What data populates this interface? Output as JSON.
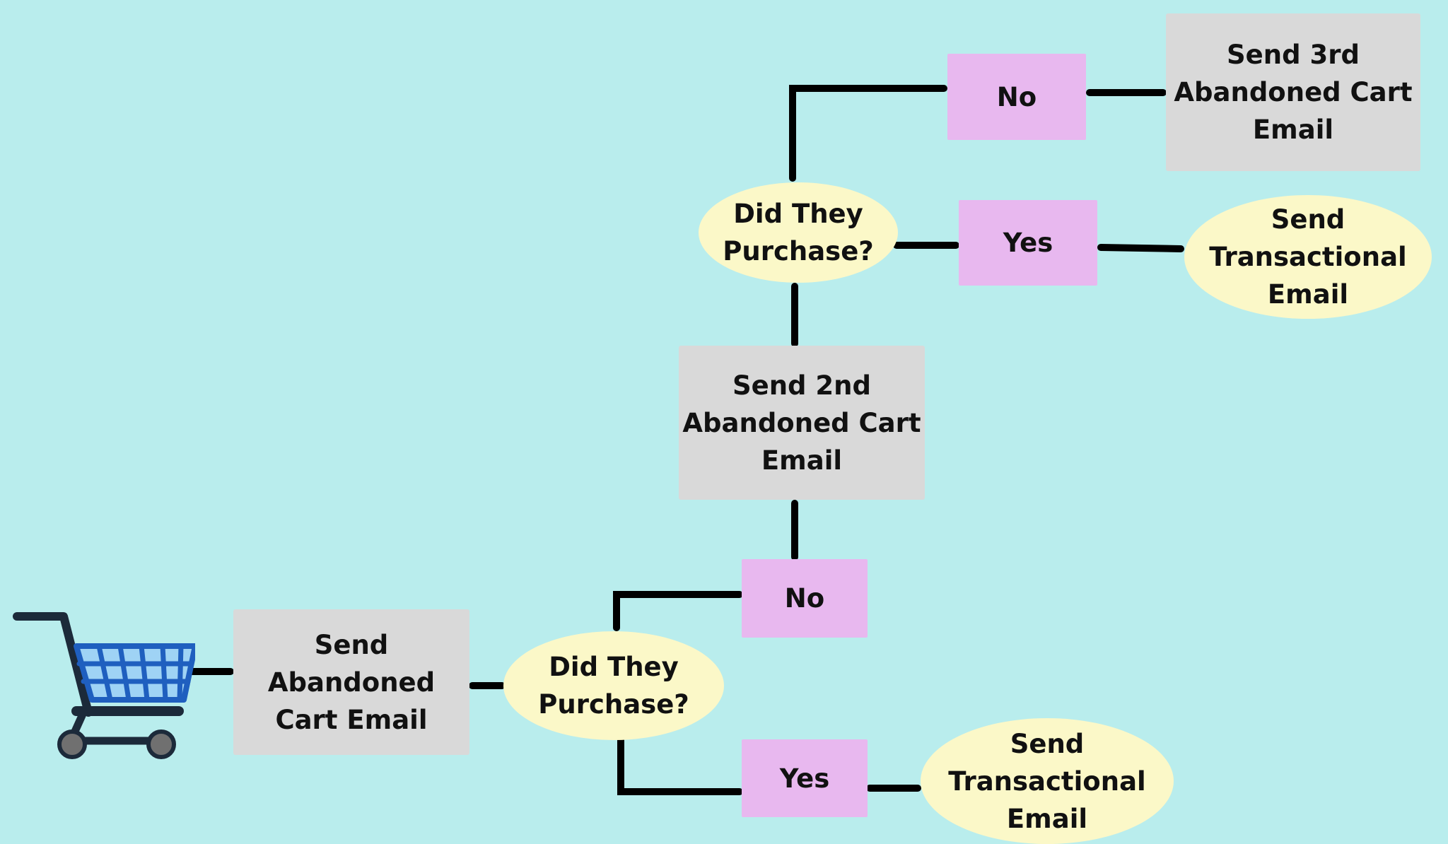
{
  "colors": {
    "background": "#b9eded",
    "action_box": "#d9d9d9",
    "answer_box": "#e8b8ef",
    "decision_ellipse": "#fbf8c8",
    "connector": "#000000",
    "cart_frame": "#1c2a3a",
    "cart_basket": "#1f5fbf",
    "cart_basket_fill": "#9fd3f5",
    "cart_wheel": "#707070"
  },
  "icons": {
    "start": "shopping-cart-icon"
  },
  "nodes": {
    "send_first": "Send\nAbandoned\nCart  Email",
    "decision_1": "Did They\nPurchase?",
    "no_1": "No",
    "yes_1": "Yes",
    "transactional_1": "Send\nTransactional\nEmail",
    "send_second": "Send 2nd\nAbandoned Cart\nEmail",
    "decision_2": "Did They\nPurchase?",
    "no_2": "No",
    "yes_2": "Yes",
    "transactional_2": "Send\nTransactional\nEmail",
    "send_third": "Send 3rd\nAbandoned Cart\nEmail"
  }
}
